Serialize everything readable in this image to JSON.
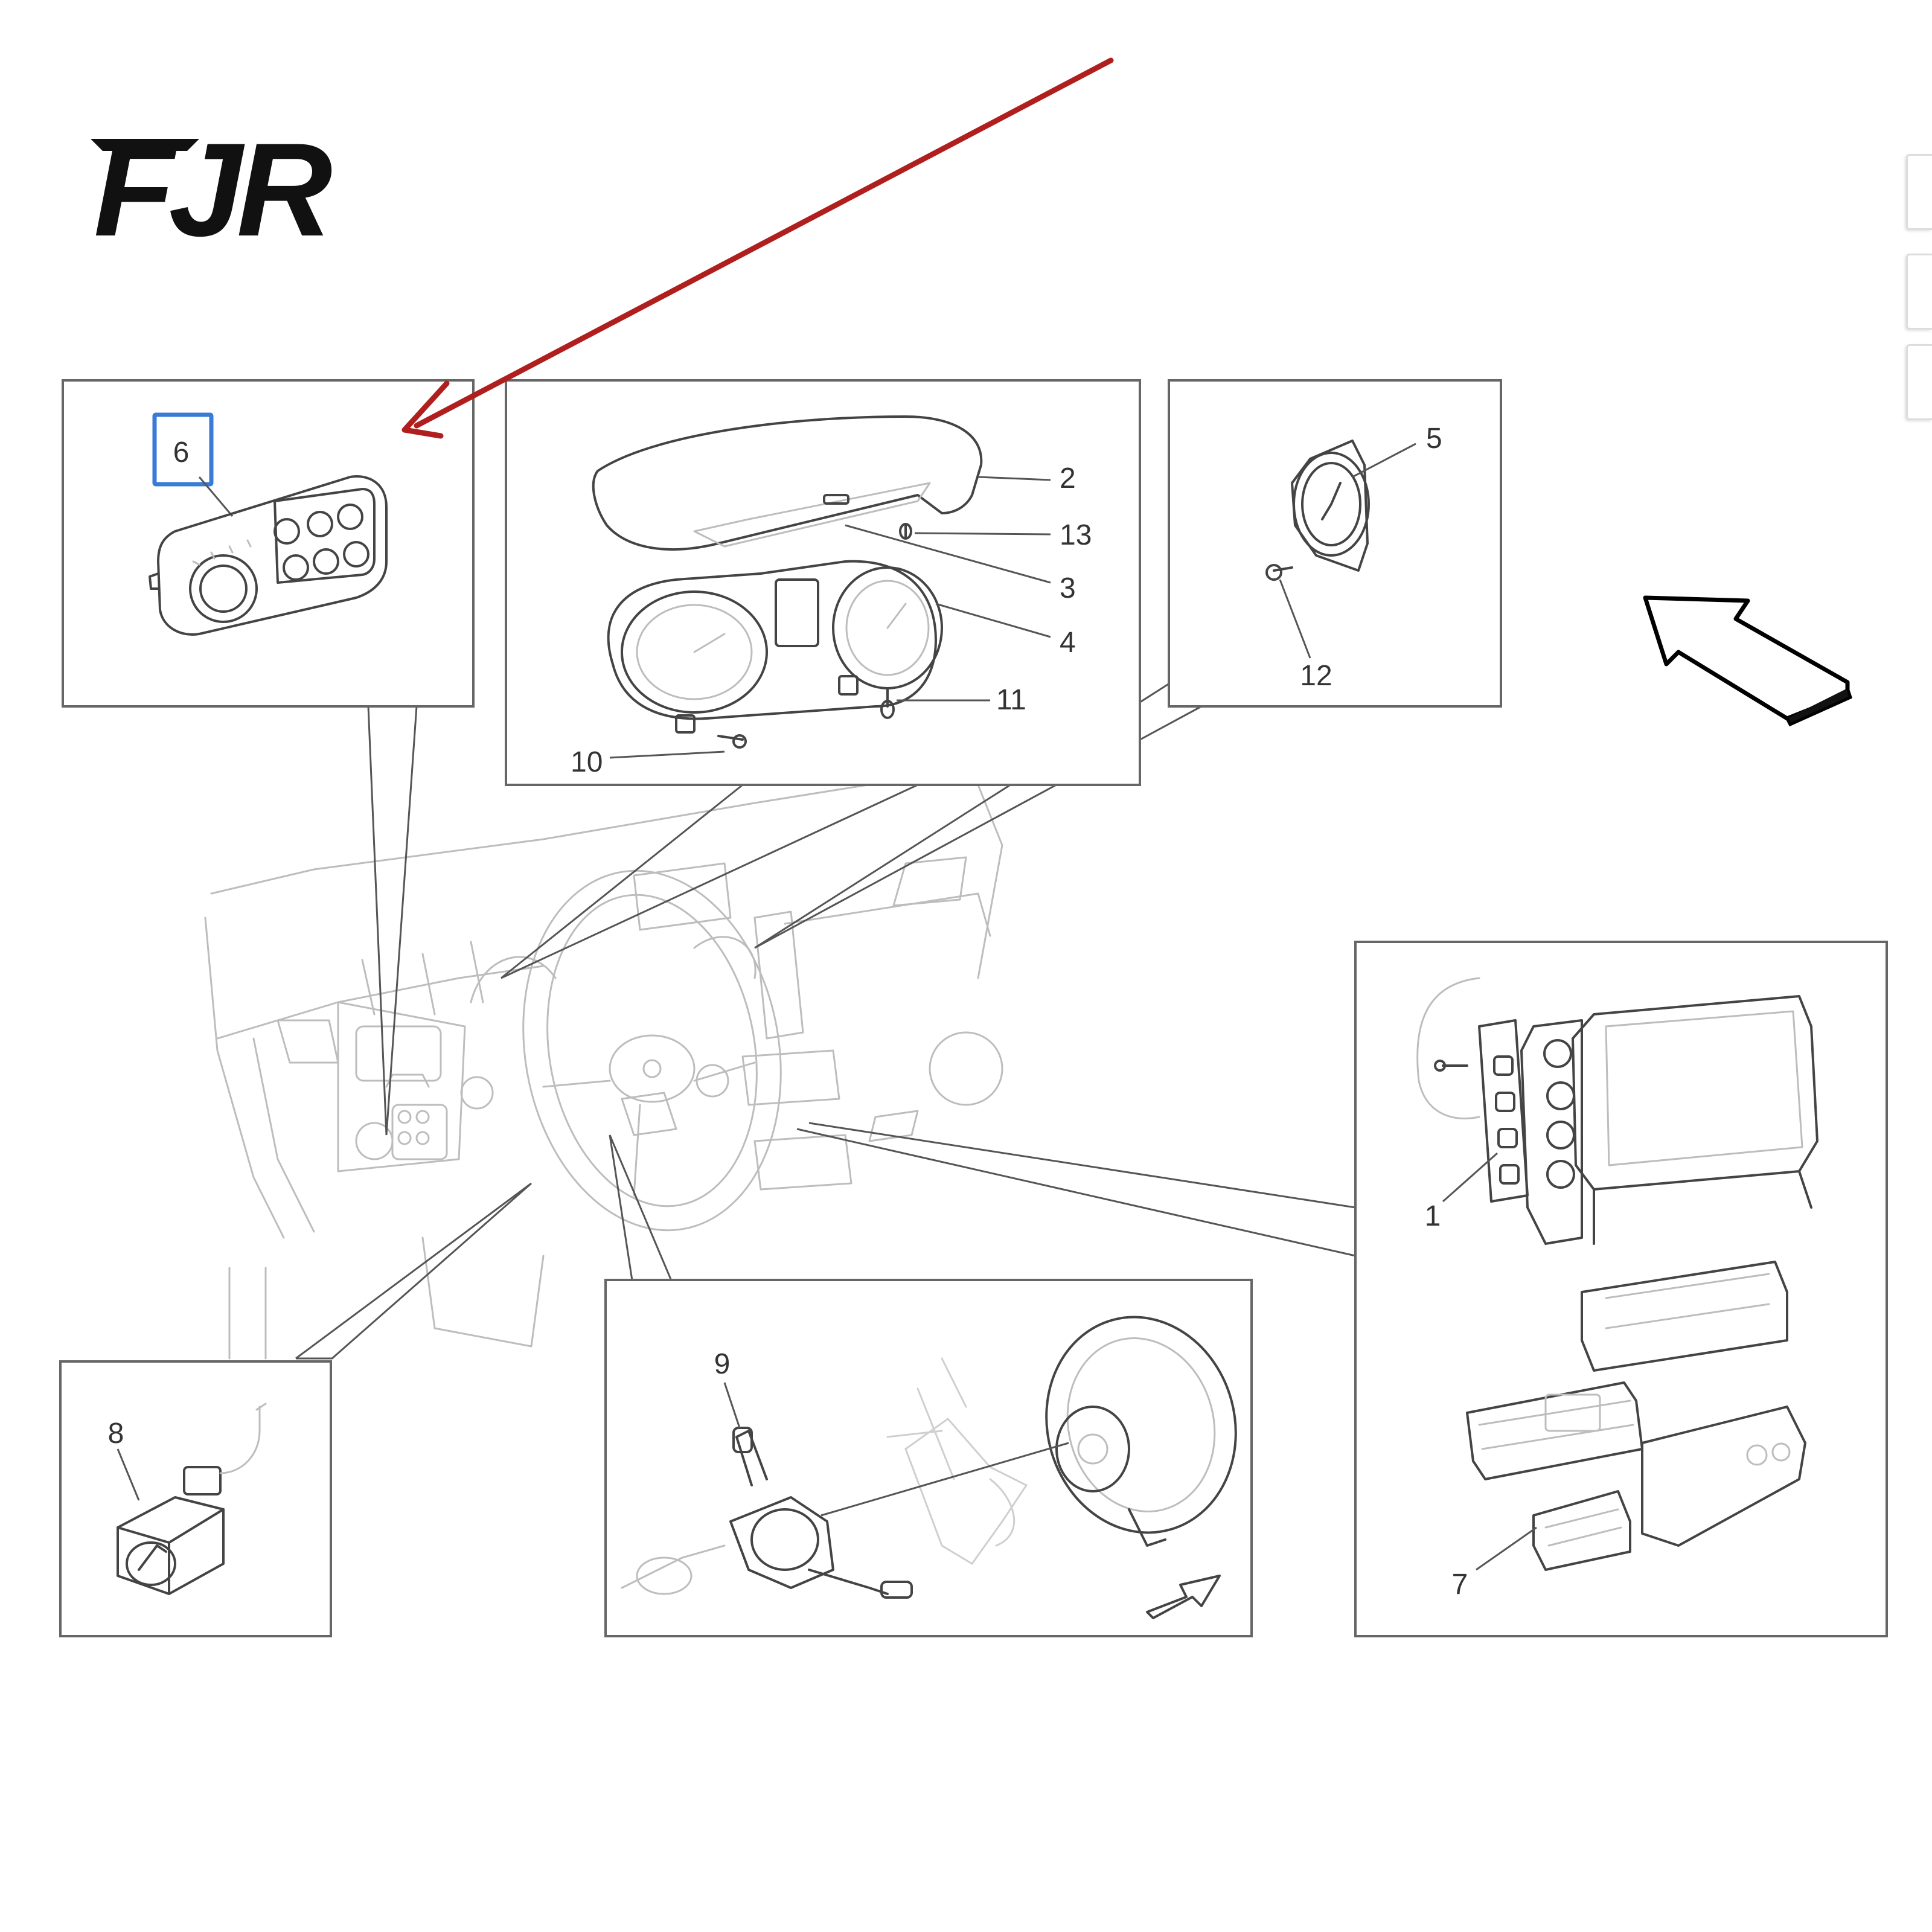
{
  "labels": {
    "p1": "1",
    "p2": "2",
    "p3": "3",
    "p4": "4",
    "p5": "5",
    "p6": "6",
    "p7": "7",
    "p8": "8",
    "p9": "9",
    "p10": "10",
    "p11": "11",
    "p12": "12",
    "p13": "13"
  },
  "logo": {
    "text": "FJR"
  },
  "colors": {
    "highlight_box": "#3a7bd5",
    "pointer_arrow": "#b01e1e",
    "lines": "#555555"
  },
  "icons": [
    "brand-logo-icon",
    "pointer-arrow-icon",
    "orientation-arrow-icon"
  ]
}
